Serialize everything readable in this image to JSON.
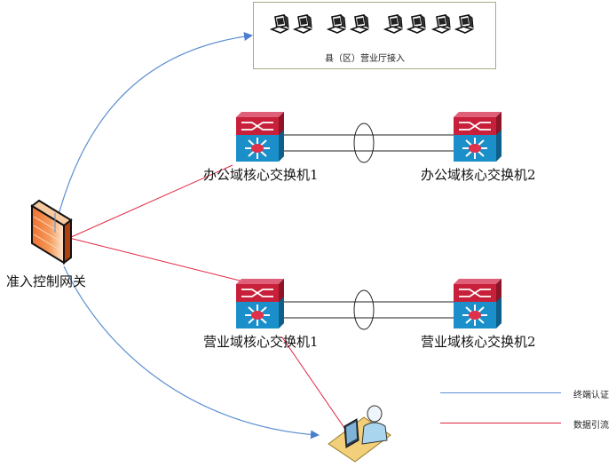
{
  "branch": {
    "label": "县（区）营业厅接入",
    "terminal_count": 8
  },
  "nodes": {
    "gateway": "准入控制网关",
    "office_core_1": "办公域核心交换机1",
    "office_core_2": "办公域核心交换机2",
    "business_core_1": "营业域核心交换机1",
    "business_core_2": "营业域核心交换机2",
    "user_terminal": "终端用户"
  },
  "legend": {
    "items": [
      {
        "label": "终端认证",
        "color": "#5b8fd1"
      },
      {
        "label": "数据引流",
        "color": "#e0253f"
      }
    ]
  },
  "colors": {
    "auth_line": "#5b8fd1",
    "data_line": "#e0253f",
    "switch_top": "#c8203a",
    "switch_body": "#1a8fc9",
    "box_border": "#a9a98a"
  }
}
